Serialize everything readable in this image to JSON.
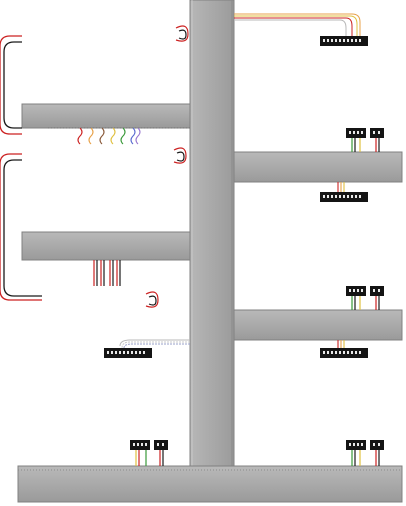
{
  "diagram": {
    "title": "",
    "kind": "frame wiring diagram",
    "structure": {
      "vertical_post": "gray-beam",
      "base": "gray-beam",
      "left_arms": 2,
      "right_arms": 2,
      "arm_style": "gray-beam"
    },
    "terminal_blocks": [
      {
        "id": "tb-right-1",
        "kind": "10-pin-connector"
      },
      {
        "id": "tb-right-2a",
        "kind": "4-pin-connector"
      },
      {
        "id": "tb-right-2b",
        "kind": "2-pin-connector"
      },
      {
        "id": "tb-right-3",
        "kind": "10-pin-connector"
      },
      {
        "id": "tb-right-4a",
        "kind": "4-pin-connector"
      },
      {
        "id": "tb-right-4b",
        "kind": "2-pin-connector"
      },
      {
        "id": "tb-right-5",
        "kind": "10-pin-connector"
      },
      {
        "id": "tb-left-1",
        "kind": "10-pin-connector"
      },
      {
        "id": "tb-base-left-a",
        "kind": "4-pin-connector"
      },
      {
        "id": "tb-base-left-b",
        "kind": "2-pin-connector"
      },
      {
        "id": "tb-base-right-a",
        "kind": "4-pin-connector"
      },
      {
        "id": "tb-base-right-b",
        "kind": "2-pin-connector"
      }
    ],
    "wire_colors": {
      "red": "#cc2222",
      "black": "#1a1a1a",
      "orange": "#e8a24a",
      "yellow": "#e0c040",
      "green": "#3a9a3a",
      "blue": "#5a6ad0",
      "purple": "#9a7ad0",
      "brown": "#8a5a3a",
      "gray": "#b8b8b8"
    },
    "colors": {
      "beam_fill": "#a9a9a9",
      "beam_edge": "#7d7d7d",
      "beam_face": "#bdbdbd",
      "background": "#ffffff",
      "connector": "#141414",
      "pin": "#e8e8e8"
    }
  }
}
